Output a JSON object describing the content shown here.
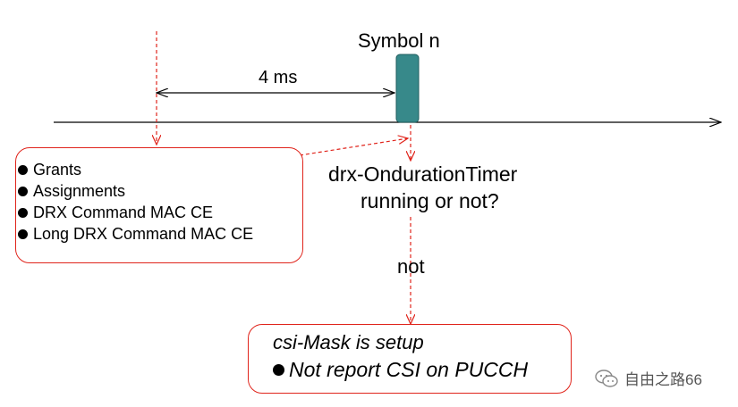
{
  "symbol_label": "Symbol n",
  "interval_label": "4 ms",
  "events": {
    "items": [
      "Grants",
      "Assignments",
      "DRX Command MAC CE",
      "Long DRX Command MAC CE"
    ]
  },
  "question": {
    "line1": "drx-OndurationTimer",
    "line2": "running or not?"
  },
  "branch_label": "not",
  "result": {
    "line1": "csi-Mask is setup",
    "line2": "Not report CSI on PUCCH"
  },
  "watermark": "自由之路66",
  "colors": {
    "symbol_fill": "#37898a",
    "box_border": "#e0241b",
    "dashed_arrow": "#e0241b",
    "timeline": "#000000"
  },
  "icons": {
    "watermark": "wechat-icon"
  }
}
